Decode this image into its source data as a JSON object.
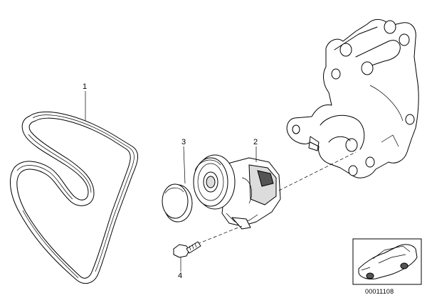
{
  "diagram": {
    "callouts": [
      {
        "id": "1",
        "label": "1"
      },
      {
        "id": "2",
        "label": "2"
      },
      {
        "id": "3",
        "label": "3"
      },
      {
        "id": "4",
        "label": "4"
      }
    ],
    "diagram_number": "00011108"
  }
}
